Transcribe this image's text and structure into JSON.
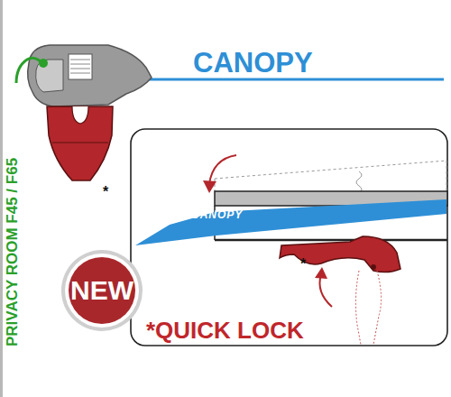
{
  "diagram": {
    "nodes": [
      {
        "text": [
          "CANOPY"
        ]
      },
      {
        "text": [
          "NEW"
        ]
      }
    ],
    "labels": [
      "CANOPY",
      "PRIVACY ROOM F45 / F65",
      "*",
      "*",
      "*QUICK LOCK"
    ]
  }
}
